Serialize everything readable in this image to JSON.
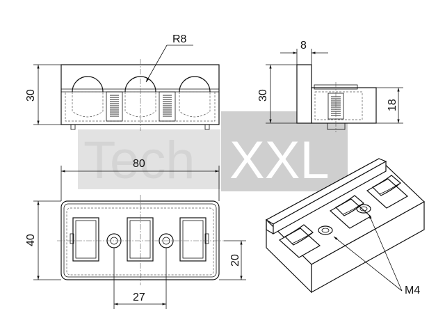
{
  "watermark": {
    "text_left": "Tech",
    "text_right": "XXL"
  },
  "dimensions": {
    "radius": "R8",
    "front_height": "30",
    "side_width": "8",
    "side_height": "30",
    "side_inner_height": "18",
    "top_width": "80",
    "top_height": "40",
    "top_offset": "20",
    "hole_spacing": "27",
    "thread": "M4"
  }
}
